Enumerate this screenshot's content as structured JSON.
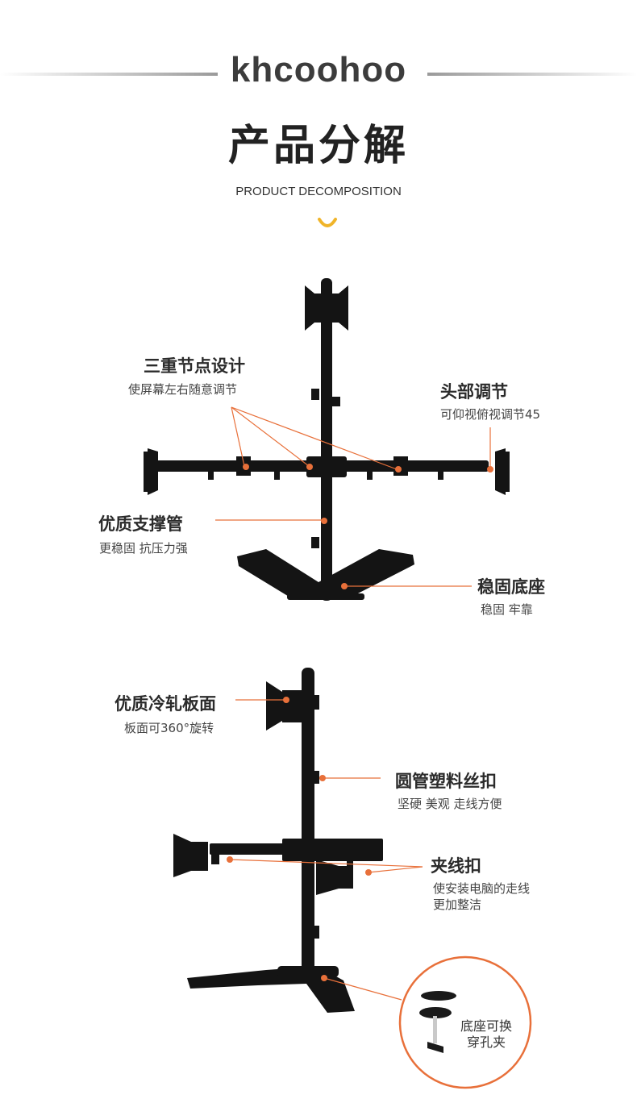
{
  "header": {
    "brand": "khcoohoo",
    "title": "产品分解",
    "subtitle": "PRODUCT DECOMPOSITION"
  },
  "colors": {
    "accent": "#e8703a",
    "smile": "#f0b429",
    "metal": "#141414",
    "text_dark": "#2b2b2b"
  },
  "section1": {
    "triple_joint": {
      "title": "三重节点设计",
      "desc": "使屏幕左右随意调节"
    },
    "head_adjust": {
      "title": "头部调节",
      "desc": "可仰视俯视调节45"
    },
    "support_tube": {
      "title": "优质支撑管",
      "desc": "更稳固 抗压力强"
    },
    "stable_base": {
      "title": "稳固底座",
      "desc": "稳固 牢靠"
    }
  },
  "section2": {
    "cold_rolled_plate": {
      "title": "优质冷轧板面",
      "desc": "板面可360°旋转"
    },
    "plastic_buckle": {
      "title": "圆管塑料丝扣",
      "desc": "坚硬 美观 走线方便"
    },
    "cable_clip": {
      "title": "夹线扣",
      "desc_line1": "使安装电脑的走线",
      "desc_line2": "更加整洁"
    },
    "grommet": {
      "line1": "底座可换",
      "line2": "穿孔夹"
    }
  }
}
